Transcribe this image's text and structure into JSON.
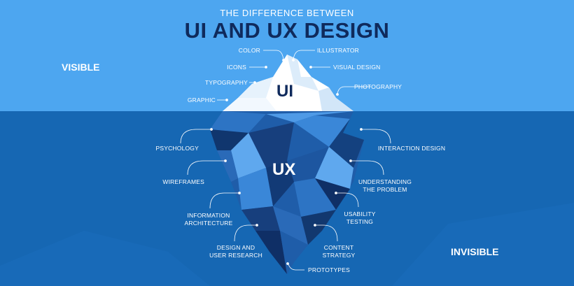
{
  "header": {
    "subtitle": "THE DIFFERENCE BETWEEN",
    "title": "UI AND UX DESIGN"
  },
  "zones": {
    "visible": "VISIBLE",
    "invisible": "INVISIBLE"
  },
  "iceberg": {
    "ui": "UI",
    "ux": "UX"
  },
  "ui_items": {
    "color": "COLOR",
    "icons": "ICONS",
    "typography": "TYPOGRAPHY",
    "graphic": "GRAPHIC",
    "illustrator": "ILLUSTRATOR",
    "visual_design": "VISUAL DESIGN",
    "photography": "PHOTOGRAPHY"
  },
  "ux_items": {
    "psychology": "PSYCHOLOGY",
    "wireframes": "WIREFRAMES",
    "information_architecture_1": "INFORMATION",
    "information_architecture_2": "ARCHITECTURE",
    "design_research_1": "DESIGN AND",
    "design_research_2": "USER RESEARCH",
    "interaction_design": "INTERACTION DESIGN",
    "understanding_1": "UNDERSTANDING",
    "understanding_2": "THE PROBLEM",
    "usability_1": "USABILITY",
    "usability_2": "TESTING",
    "content_1": "CONTENT",
    "content_2": "STRATEGY",
    "prototypes": "PROTOTYPES"
  },
  "colors": {
    "sky": "#4da6f0",
    "sea": "#1667b3",
    "title": "#0f2a5c",
    "ice_light": "#ffffff",
    "ice_shade": "#cfe6f8",
    "berg_dark": "#10366e",
    "berg_mid": "#1f5da9",
    "berg_light": "#5fa8ee"
  }
}
